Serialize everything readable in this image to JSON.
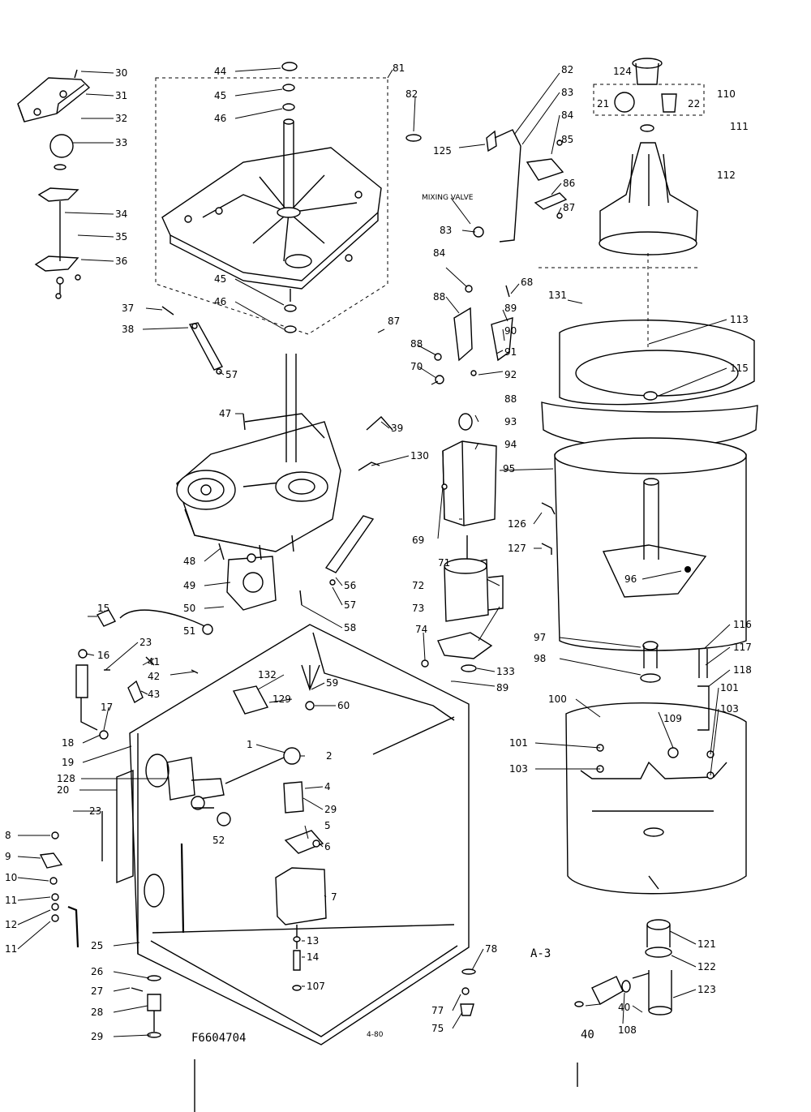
{
  "diagram": {
    "figure_code": "F6604704",
    "view_id": "A-3",
    "mixing_valve_label": "MIXING VALVE",
    "small_note": "4-80",
    "labels": {
      "l30": "30",
      "l31": "31",
      "l32": "32",
      "l33": "33",
      "l34": "34",
      "l35": "35",
      "l36": "36",
      "l37": "37",
      "l38": "38",
      "l57a": "57",
      "l44": "44",
      "l45a": "45",
      "l46a": "46",
      "l81": "81",
      "l82a": "82",
      "l45b": "45",
      "l46b": "46",
      "l47": "47",
      "l48": "48",
      "l49": "49",
      "l50": "50",
      "l51": "51",
      "l39": "39",
      "l130": "130",
      "l56": "56",
      "l57b": "57",
      "l58": "58",
      "l124": "124",
      "l110": "110",
      "l21": "21",
      "l22": "22",
      "l111": "111",
      "l112": "112",
      "l82b": "82",
      "l83a": "83",
      "l84a": "84",
      "l85": "85",
      "l86": "86",
      "l87a": "87",
      "l125": "125",
      "l83b": "83",
      "l84b": "84",
      "l88a": "88",
      "l87b": "87",
      "l88b": "88",
      "l70": "70",
      "l68": "68",
      "l131": "131",
      "l89a": "89",
      "l90": "90",
      "l91": "91",
      "l92": "92",
      "l88c": "88",
      "l113": "113",
      "l115": "115",
      "l93": "93",
      "l94": "94",
      "l95": "95",
      "l69": "69",
      "l71": "71",
      "l126": "126",
      "l127": "127",
      "l72": "72",
      "l96": "96",
      "l73": "73",
      "l74": "74",
      "l97": "97",
      "l98": "98",
      "l133": "133",
      "l89b": "89",
      "l116": "116",
      "l117": "117",
      "l118": "118",
      "l100": "100",
      "l109": "109",
      "l101a": "101",
      "l103a": "103",
      "l101b": "101",
      "l103b": "103",
      "l15": "15",
      "l16a": "16",
      "l23a": "23",
      "l41": "41",
      "l42": "42",
      "l43": "43",
      "l17": "17",
      "l18": "18",
      "l19": "19",
      "l128": "128",
      "l20": "20",
      "l23b": "23",
      "l132": "132",
      "l129": "129",
      "l59": "59",
      "l60": "60",
      "l1": "1",
      "l2": "2",
      "l4": "4",
      "l29": "29",
      "l5": "5",
      "l6": "6",
      "l52": "52",
      "l7": "7",
      "l13": "13",
      "l14": "14",
      "l107": "107",
      "l8": "8",
      "l9": "9",
      "l10": "10",
      "l11a": "11",
      "l12": "12",
      "l11b": "11",
      "l25": "25",
      "l26": "26",
      "l27": "27",
      "l28": "28",
      "l29b": "29",
      "l78": "78",
      "l77": "77",
      "l75": "75",
      "l121": "121",
      "l122": "122",
      "l123": "123",
      "l40a": "40",
      "l108": "108",
      "l40b": "40"
    }
  }
}
